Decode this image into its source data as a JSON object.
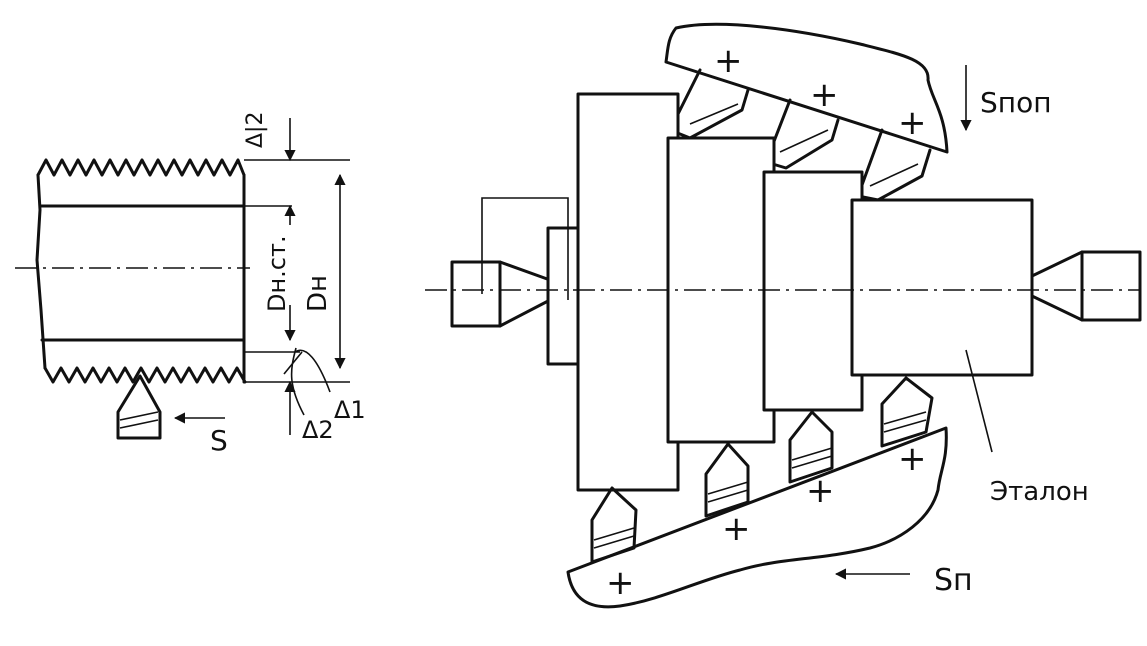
{
  "left_view": {
    "delta_half": "Δ|2",
    "d_n_st": "Dн.ст.",
    "d_n": "Dн",
    "delta_1": "Δ1",
    "delta_2": "Δ2",
    "feed_s": "S"
  },
  "right_view": {
    "s_pop": "Sпоп",
    "s_p": "Sп",
    "etalon": "Эталон",
    "plus_mark": "+"
  }
}
